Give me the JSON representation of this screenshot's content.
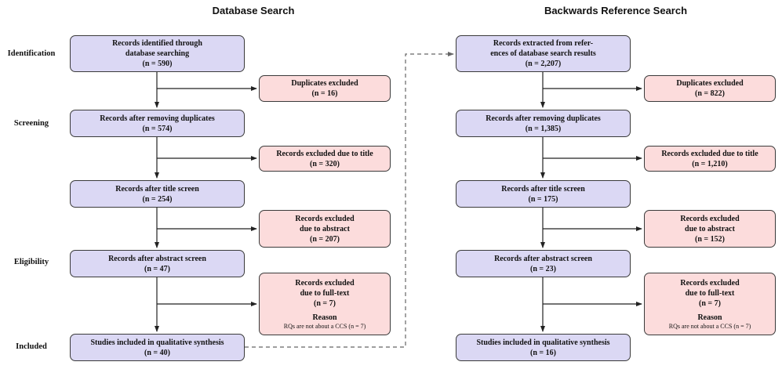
{
  "colors": {
    "process_fill": "#dbd8f4",
    "exclusion_fill": "#fcdcdc",
    "border": "#3a3a3a",
    "arrow": "#222222",
    "dashed_connector": "#666666"
  },
  "stages": {
    "identification": "Identification",
    "screening": "Screening",
    "eligibility": "Eligibility",
    "included": "Included"
  },
  "left": {
    "title": "Database Search",
    "box_identified": {
      "line1": "Records identified through",
      "line2": "database searching",
      "count": "(n = 590)"
    },
    "box_after_duplicates": {
      "line1": "Records after removing duplicates",
      "count": "(n = 574)"
    },
    "box_after_title": {
      "line1": "Records after title screen",
      "count": "(n = 254)"
    },
    "box_after_abstract": {
      "line1": "Records after abstract screen",
      "count": "(n = 47)"
    },
    "box_included": {
      "line1": "Studies included in qualitative synthesis",
      "count": "(n = 40)"
    },
    "excl_duplicates": {
      "line1": "Duplicates excluded",
      "count": "(n = 16)"
    },
    "excl_title": {
      "line1": "Records excluded due to title",
      "count": "(n = 320)"
    },
    "excl_abstract": {
      "line1": "Records excluded",
      "line2": "due to abstract",
      "count": "(n = 207)"
    },
    "excl_fulltext": {
      "line1": "Records excluded",
      "line2": "due to full-text",
      "count": "(n = 7)",
      "reason_label": "Reason",
      "reason_text": "RQs are not about a CCS (n = 7)"
    }
  },
  "right": {
    "title": "Backwards Reference Search",
    "box_identified": {
      "line1": "Records extracted from refer-",
      "line2": "ences of database search results",
      "count": "(n = 2,207)"
    },
    "box_after_duplicates": {
      "line1": "Records after removing duplicates",
      "count": "(n = 1,385)"
    },
    "box_after_title": {
      "line1": "Records after title screen",
      "count": "(n = 175)"
    },
    "box_after_abstract": {
      "line1": "Records after abstract screen",
      "count": "(n = 23)"
    },
    "box_included": {
      "line1": "Studies included in qualitative synthesis",
      "count": "(n = 16)"
    },
    "excl_duplicates": {
      "line1": "Duplicates excluded",
      "count": "(n = 822)"
    },
    "excl_title": {
      "line1": "Records excluded due to title",
      "count": "(n = 1,210)"
    },
    "excl_abstract": {
      "line1": "Records excluded",
      "line2": "due to abstract",
      "count": "(n = 152)"
    },
    "excl_fulltext": {
      "line1": "Records excluded",
      "line2": "due to full-text",
      "count": "(n = 7)",
      "reason_label": "Reason",
      "reason_text": "RQs are not about a CCS (n = 7)"
    }
  }
}
